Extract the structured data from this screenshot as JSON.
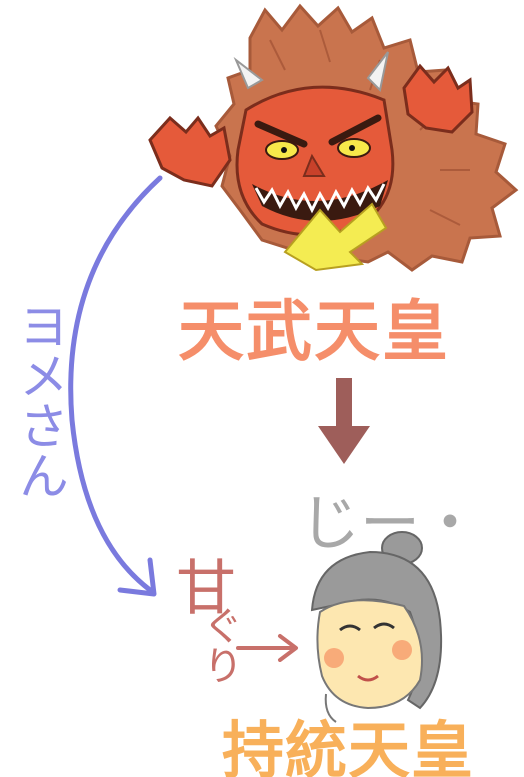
{
  "labels": {
    "tenmu": "天武天皇",
    "jito": "持統天皇",
    "yome": "ヨメさん",
    "ama": "甘",
    "guri": "ぐり",
    "jii": "じー・"
  },
  "colors": {
    "tenmu_text": "#f58e6a",
    "jito_text": "#f8b05a",
    "yome_text": "#8c8ce6",
    "ama_text": "#c8706a",
    "jii_text": "#a8a8a8",
    "demon_fur": "#c9744e",
    "demon_face": "#e55a3a",
    "empress_hair": "#9a9a9a",
    "empress_face": "#fde7b0",
    "down_arrow": "#9e5e5a",
    "curve_arrow": "#7a7ade"
  },
  "icons": {
    "demon": "oni-demon-icon",
    "empress": "empress-face-icon",
    "down_arrow": "arrow-down-icon",
    "curve_arrow": "curved-arrow-icon",
    "small_arrow": "arrow-right-icon"
  }
}
